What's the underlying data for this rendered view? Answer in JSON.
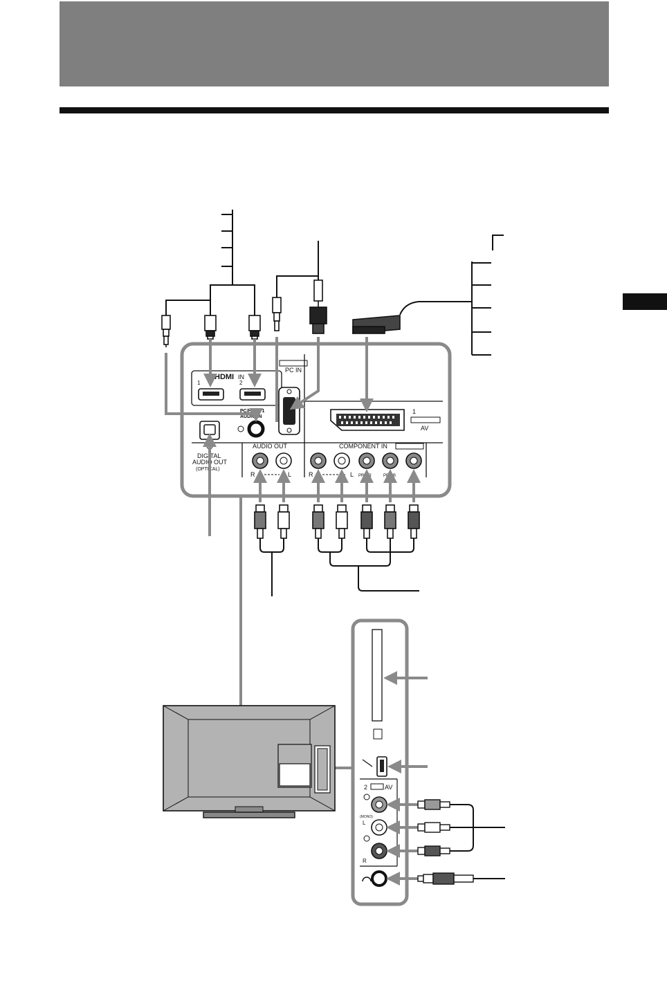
{
  "panel": {
    "hdmi_logo": "HDMI",
    "hdmi_in": "IN",
    "hdmi_port_1": "1",
    "hdmi_port_2": "2",
    "pc_in": "PC IN",
    "pc_hdmi_audio_in_line1": "PC/HDMI 1",
    "pc_hdmi_audio_in_line2": "AUDIO IN",
    "digital_audio_out_line1": "DIGITAL",
    "digital_audio_out_line2": "AUDIO OUT",
    "digital_audio_out_line3": "(OPTICAL)",
    "audio_out": "AUDIO OUT",
    "audio_out_r": "R",
    "audio_out_l": "L",
    "scart_number": "1",
    "scart_av": "AV",
    "component_in": "COMPONENT IN",
    "component_r": "R",
    "component_l": "L",
    "component_pr": "PR/CR",
    "component_pb": "PB/CB"
  },
  "side_panel": {
    "av2_label": "2",
    "av2_av": "AV",
    "mono": "(MONO)",
    "l": "L",
    "r": "R"
  },
  "colors": {
    "header_band": "#7f7f7f",
    "guide_lines": "#8a8a8a",
    "ink": "#111111"
  }
}
